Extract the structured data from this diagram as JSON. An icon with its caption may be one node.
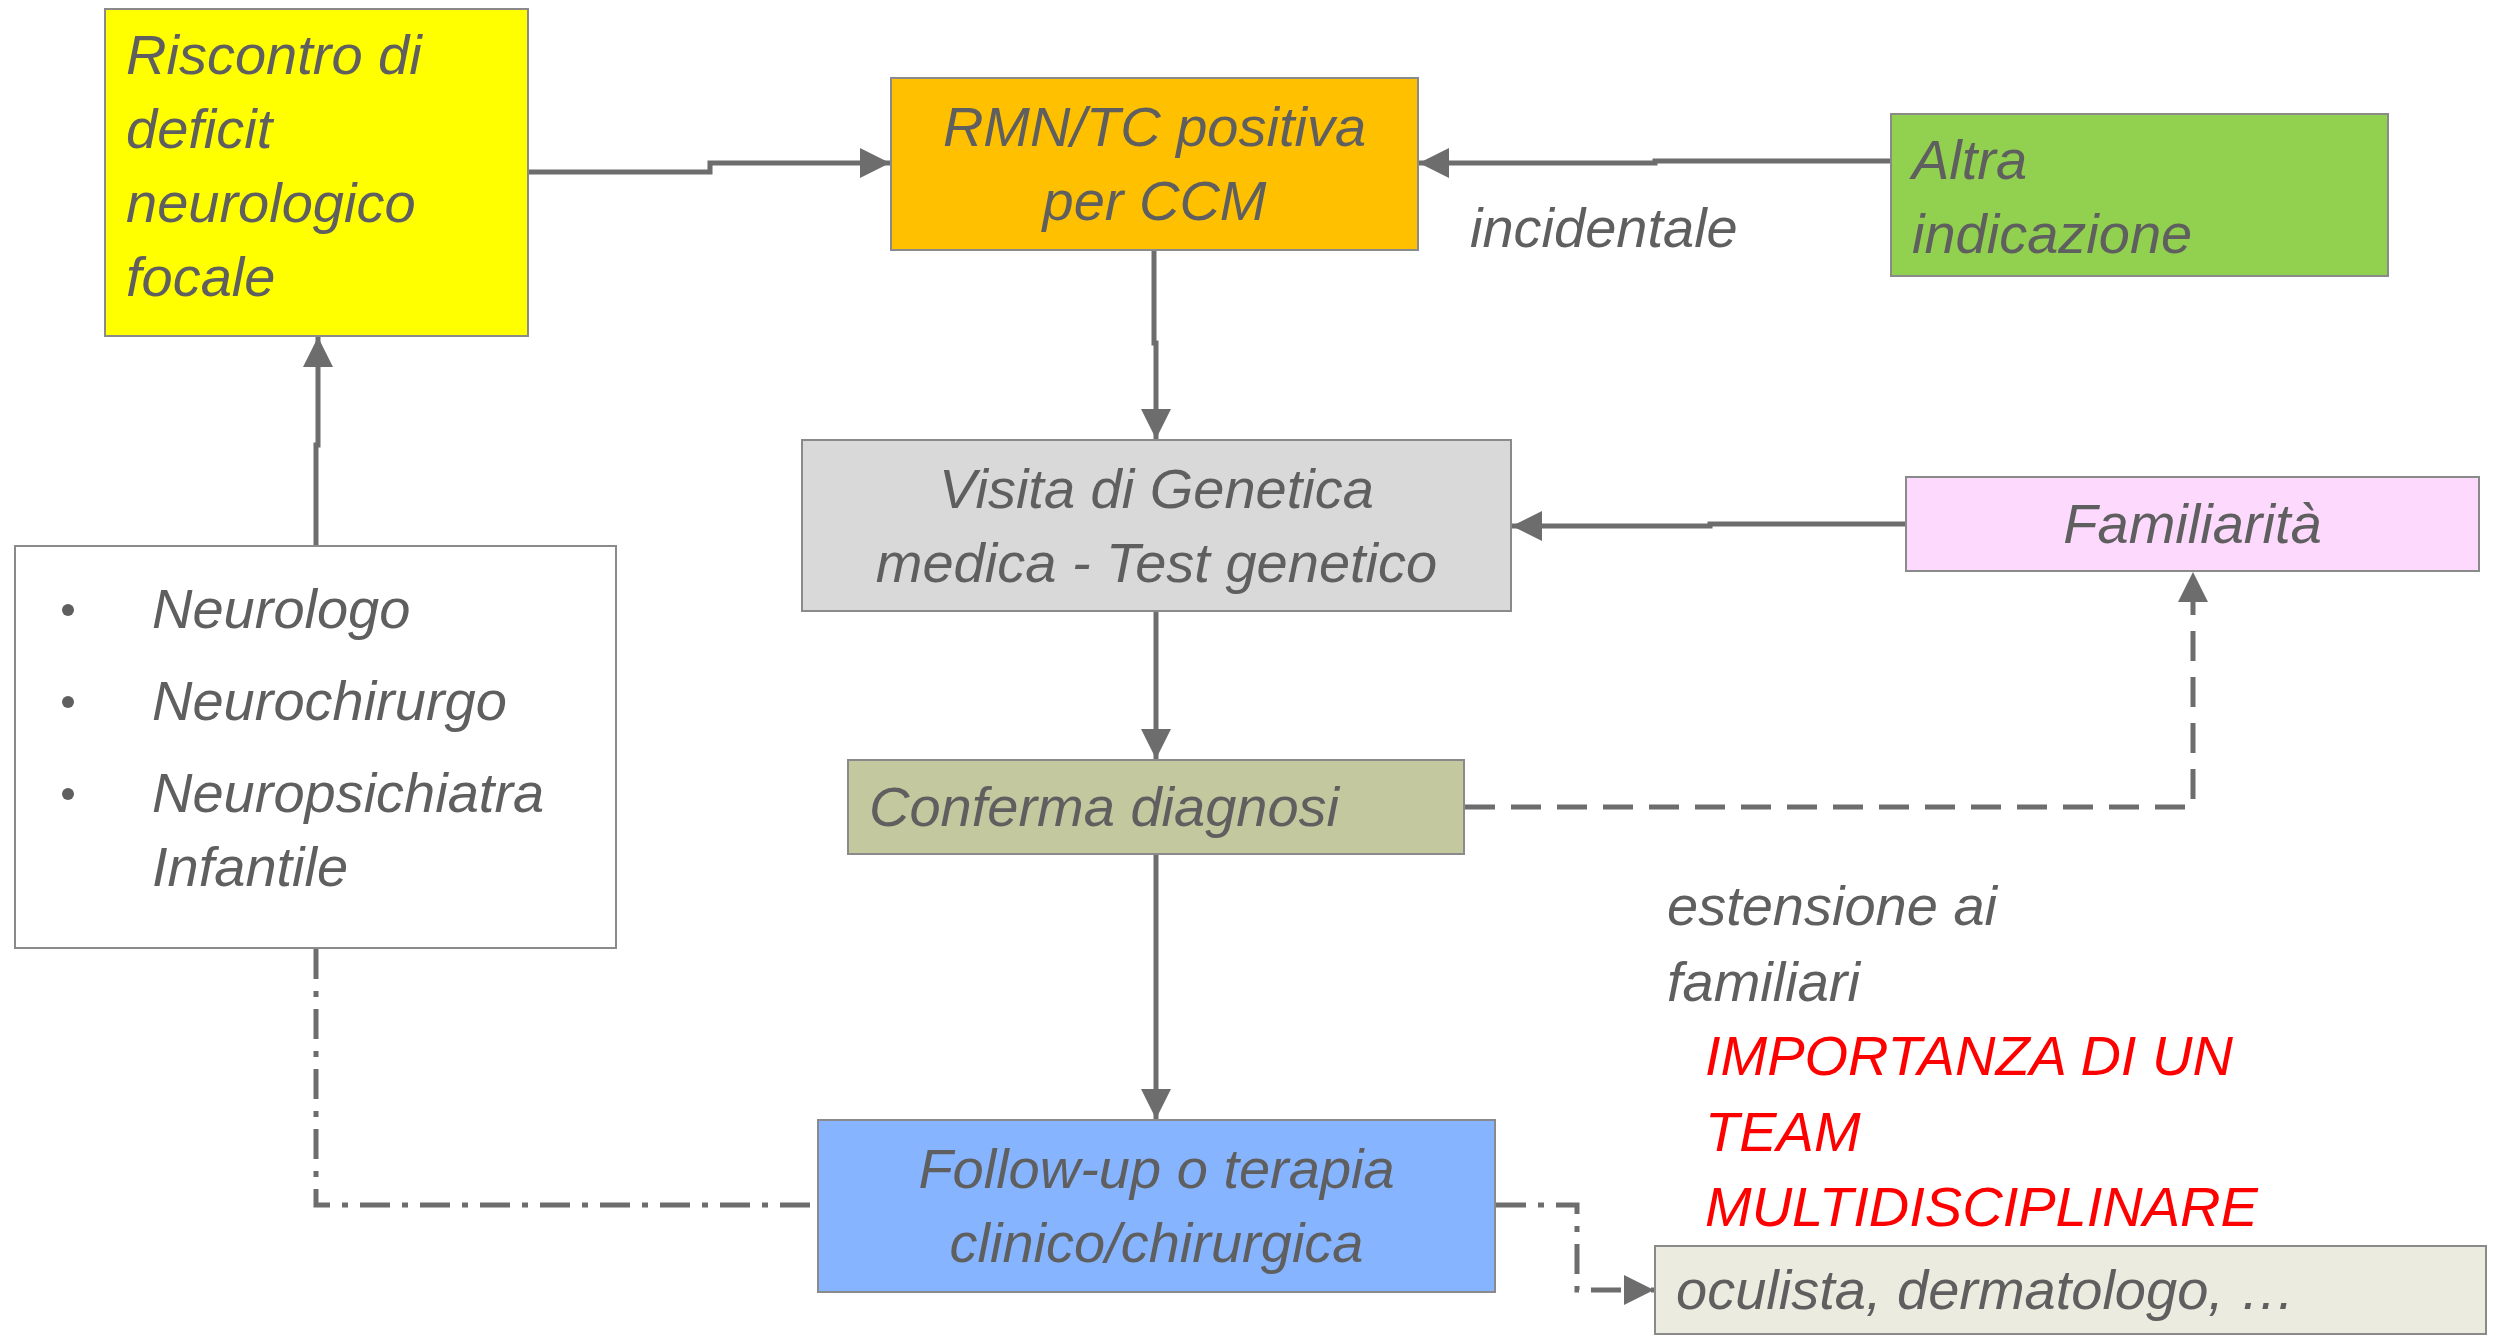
{
  "diagram": {
    "nodes": [
      {
        "text": [
          "Riscontro di deficit neurologico focale"
        ]
      },
      {
        "text": [
          "RMN/TC positiva per CCM"
        ]
      },
      {
        "text": [
          "Altra indicazione"
        ]
      },
      {
        "text": [
          "Visita di Genetica medica - Test genetico"
        ]
      },
      {
        "text": [
          "Familiarità"
        ]
      },
      {
        "text": [
          "Conferma diagnosi"
        ]
      },
      {
        "text": [
          "Neurologo",
          "Neurochirurgo",
          "Neuropsichiatra Infantile"
        ]
      },
      {
        "text": [
          "Follow-up o terapia clinico/chirurgica"
        ]
      },
      {
        "text": [
          "oculista, dermatologo, …"
        ]
      }
    ],
    "edges": [
      {
        "from": 0,
        "to": 1,
        "arrow": "to"
      },
      {
        "from": 2,
        "to": 1,
        "arrow": "to",
        "label": "incidentale"
      },
      {
        "from": 1,
        "to": 3,
        "arrow": "to"
      },
      {
        "from": 4,
        "to": 3,
        "arrow": "to"
      },
      {
        "from": 3,
        "to": 5,
        "arrow": "to"
      },
      {
        "from": 5,
        "to": 4,
        "arrow": "to",
        "style": "dashed",
        "label": "estensione ai familiari"
      },
      {
        "from": 5,
        "to": 7,
        "arrow": "to"
      },
      {
        "from": 6,
        "to": 0,
        "arrow": "to"
      },
      {
        "from": 6,
        "to": 7,
        "arrow": "none",
        "style": "dashed"
      },
      {
        "from": 7,
        "to": 8,
        "arrow": "to",
        "style": "dashed"
      }
    ],
    "labels": [
      "IMPORTANZA DI UN TEAM MULTIDISCIPLINARE"
    ]
  }
}
